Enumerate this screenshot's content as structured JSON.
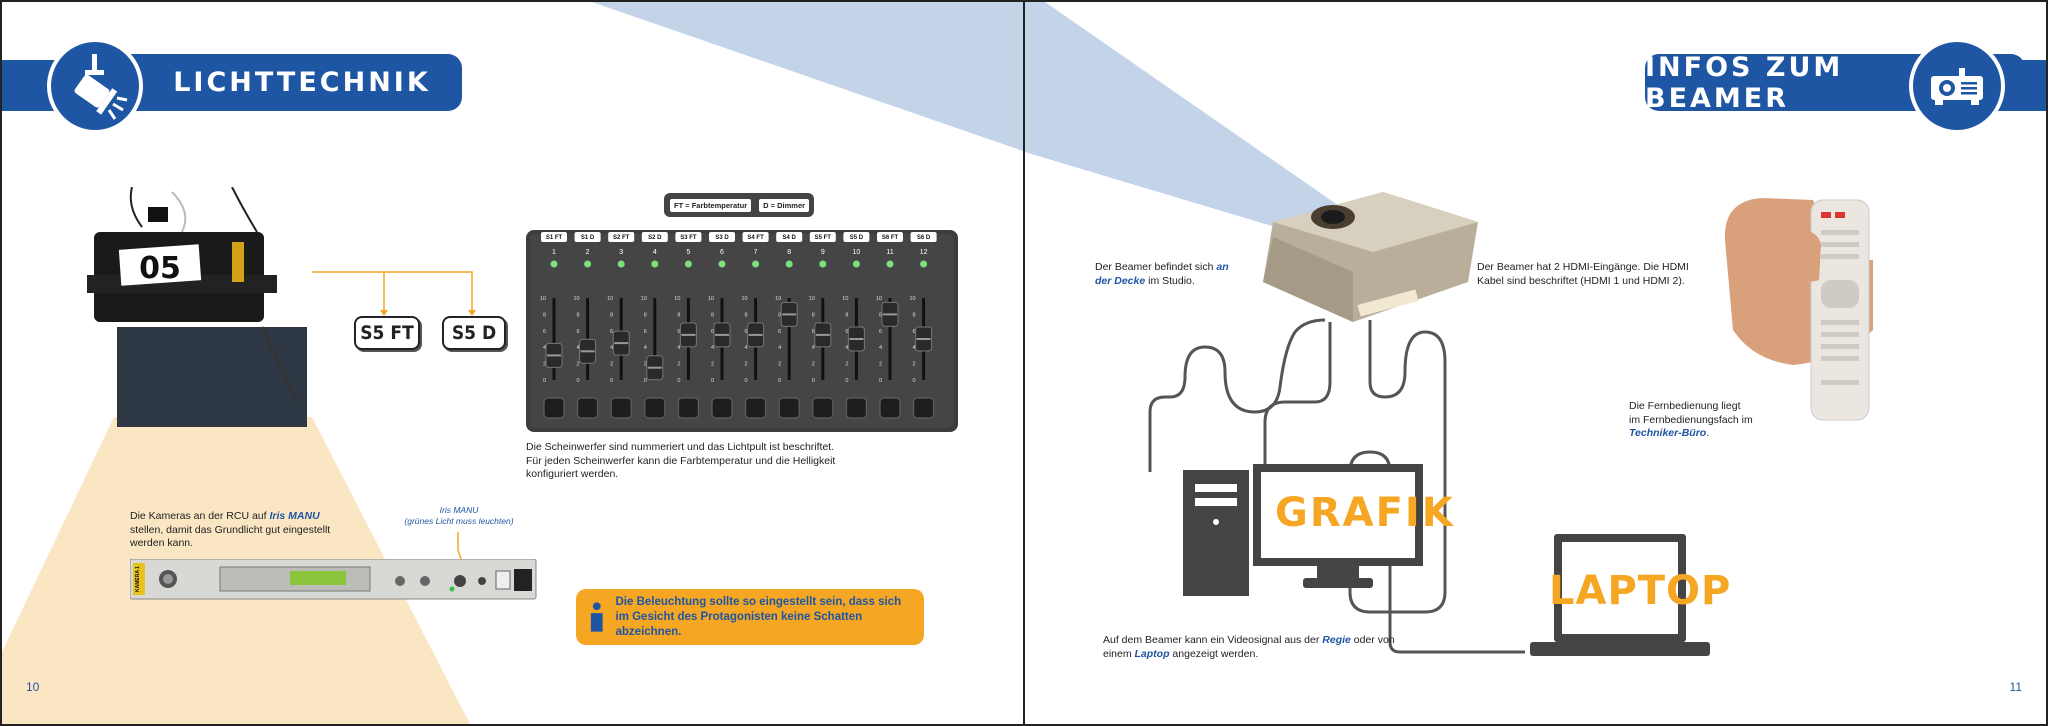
{
  "left": {
    "header_title": "LICHTTECHNIK",
    "header_icon": "spotlight-icon",
    "fixture_number": "05",
    "labels": [
      "S5 FT",
      "S5 D"
    ],
    "legend": [
      "FT = Farbtemperatur",
      "D = Dimmer"
    ],
    "channels": [
      "S1 FT",
      "S1 D",
      "S2 FT",
      "S2 D",
      "S3 FT",
      "S3 D",
      "S4 FT",
      "S4 D",
      "S5 FT",
      "S5 D",
      "S6 FT",
      "S6 D"
    ],
    "channel_numbers": [
      "1",
      "2",
      "3",
      "4",
      "5",
      "6",
      "7",
      "8",
      "9",
      "10",
      "11",
      "12"
    ],
    "fader_scale": [
      "10",
      "8",
      "6",
      "4",
      "2",
      "0"
    ],
    "fader_levels": [
      0.3,
      0.35,
      0.45,
      0.15,
      0.55,
      0.55,
      0.55,
      0.8,
      0.55,
      0.5,
      0.8,
      0.5
    ],
    "desk_caption_1": "Die Scheinwerfer sind nummeriert und das Lichtpult ist beschriftet.",
    "desk_caption_2": "Für jeden Scheinwerfer kann die Farbtemperatur und die Helligkeit",
    "desk_caption_3": "konfiguriert werden.",
    "rcu_text_1_pre": "Die Kameras an der RCU auf ",
    "rcu_text_1_em": "Iris MANU",
    "rcu_text_2": "stellen, damit das Grundlicht gut eingestellt",
    "rcu_text_3": "werden kann.",
    "iris_note_1": "Iris MANU",
    "iris_note_2": "(grünes Licht muss leuchten)",
    "rcu_camera_label": "KAMERA 1",
    "info_line_1": "Die Beleuchtung sollte so eingestellt sein, dass sich",
    "info_line_2": "im Gesicht des Protagonisten keine Schatten abzeichnen.",
    "page_number": "10"
  },
  "right": {
    "header_title": "INFOS ZUM BEAMER",
    "header_icon": "projector-icon",
    "beamer_text_1": "Der Beamer befindet sich ",
    "beamer_text_1_em": "an",
    "beamer_text_2_em": "der Decke",
    "beamer_text_2": " im Studio.",
    "hdmi_text_1": "Der Beamer hat 2 HDMI-Eingänge. Die HDMI",
    "hdmi_text_2": "Kabel sind beschriftet (HDMI 1 und HDMI 2).",
    "remote_text_1": "Die Fernbedienung liegt",
    "remote_text_2": "im Fernbedienungsfach im",
    "remote_text_3_em": "Techniker-Büro",
    "remote_text_3_end": ".",
    "grafik_label": "GRAFIK",
    "laptop_label": "LAPTOP",
    "signal_text_1_pre": "Auf dem Beamer kann ein Videosignal aus der ",
    "signal_text_1_em": "Regie",
    "signal_text_1_post": " oder von",
    "signal_text_2_pre": "einem ",
    "signal_text_2_em": "Laptop",
    "signal_text_2_post": " angezeigt werden.",
    "page_number": "11"
  },
  "colors": {
    "brand_blue": "#1f56a3",
    "accent_orange": "#f5a623",
    "light_beam_blue": "#c3d3e8",
    "spot_beam_cream": "#fbe6c4",
    "desk_gray": "#3d3d3d"
  }
}
